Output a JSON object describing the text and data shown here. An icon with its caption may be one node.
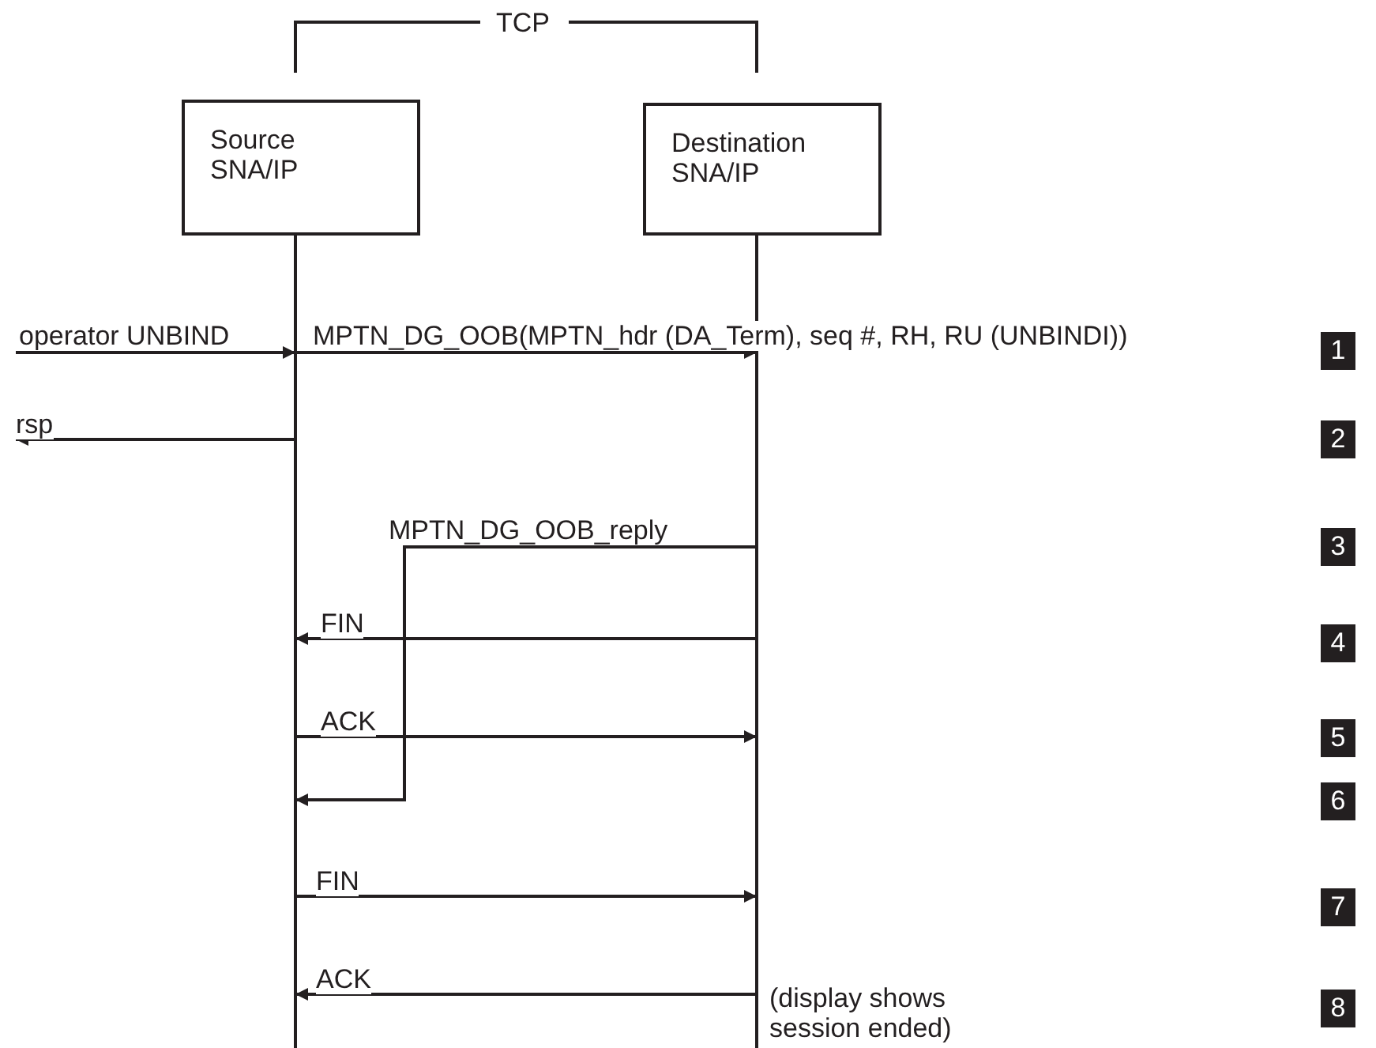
{
  "diagram": {
    "nodes": [
      {
        "text": [
          "Source SNA/IP"
        ]
      },
      {
        "text": [
          "Destination SNA/IP"
        ]
      }
    ],
    "edges": [
      {
        "from": null,
        "to": 0,
        "arrow": "to",
        "label": "operator UNBIND"
      },
      {
        "from": 0,
        "to": 1,
        "arrow": "to",
        "label": "MPTN_DG_OOB(MPTN_hdr (DA_Term), seq #, RH, RU (UNBINDI))"
      },
      {
        "from": 0,
        "to": null,
        "arrow": "to",
        "label": "rsp"
      },
      {
        "from": 1,
        "to": 0,
        "arrow": "to",
        "label": "MPTN_DG_OOB_reply"
      },
      {
        "from": 1,
        "to": 0,
        "arrow": "to",
        "label": "FIN"
      },
      {
        "from": 0,
        "to": 1,
        "arrow": "to",
        "label": "ACK"
      },
      {
        "from": 0,
        "to": 1,
        "arrow": "to",
        "label": "FIN"
      },
      {
        "from": 1,
        "to": 0,
        "arrow": "to",
        "label": "ACK"
      }
    ],
    "labels": [
      "TCP",
      "1",
      "2",
      "3",
      "4",
      "5",
      "6",
      "7",
      "8",
      "(display shows session ended)"
    ]
  }
}
